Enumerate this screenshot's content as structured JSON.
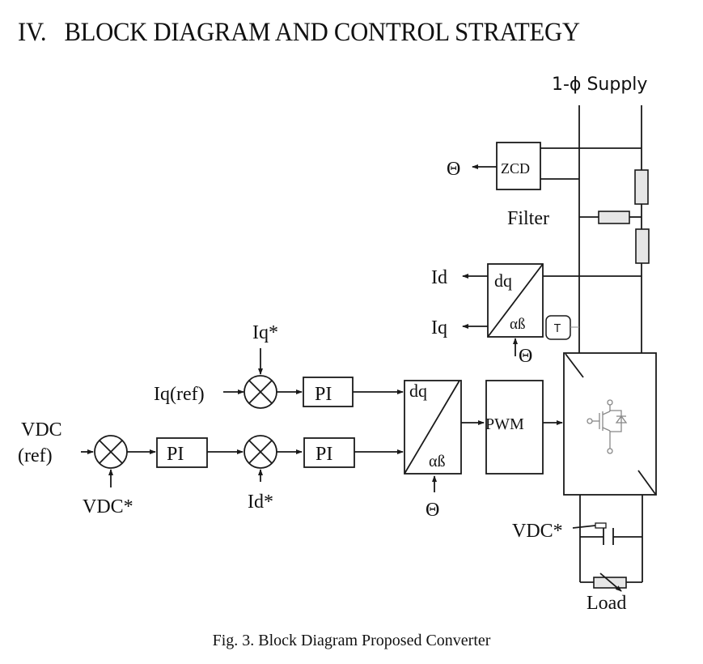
{
  "heading": "IV.   BLOCK DIAGRAM AND CONTROL STRATEGY",
  "caption": "Fig. 3. Block Diagram Proposed Converter",
  "labels": {
    "supply": "1-ϕ Supply",
    "zcd": "ZCD",
    "theta_zcd": "Θ",
    "filter": "Filter",
    "id_out": "Id",
    "iq_out": "Iq",
    "dq_top": "dq",
    "ab_top": "αß",
    "t_block": "T",
    "theta_top": "Θ",
    "iq_star": "Iq*",
    "iq_ref": "Iq(ref)",
    "pi_1": "PI",
    "pi_2": "PI",
    "pi_3": "PI",
    "vdc_ref_1": "VDC",
    "vdc_ref_2": "(ref)",
    "vdc_star": "VDC*",
    "id_star": "Id*",
    "dq_bot": "dq",
    "ab_bot": "αß",
    "theta_bot": "Θ",
    "pwm": "PWM",
    "vdc_star_cap": "VDC*",
    "load": "Load"
  }
}
